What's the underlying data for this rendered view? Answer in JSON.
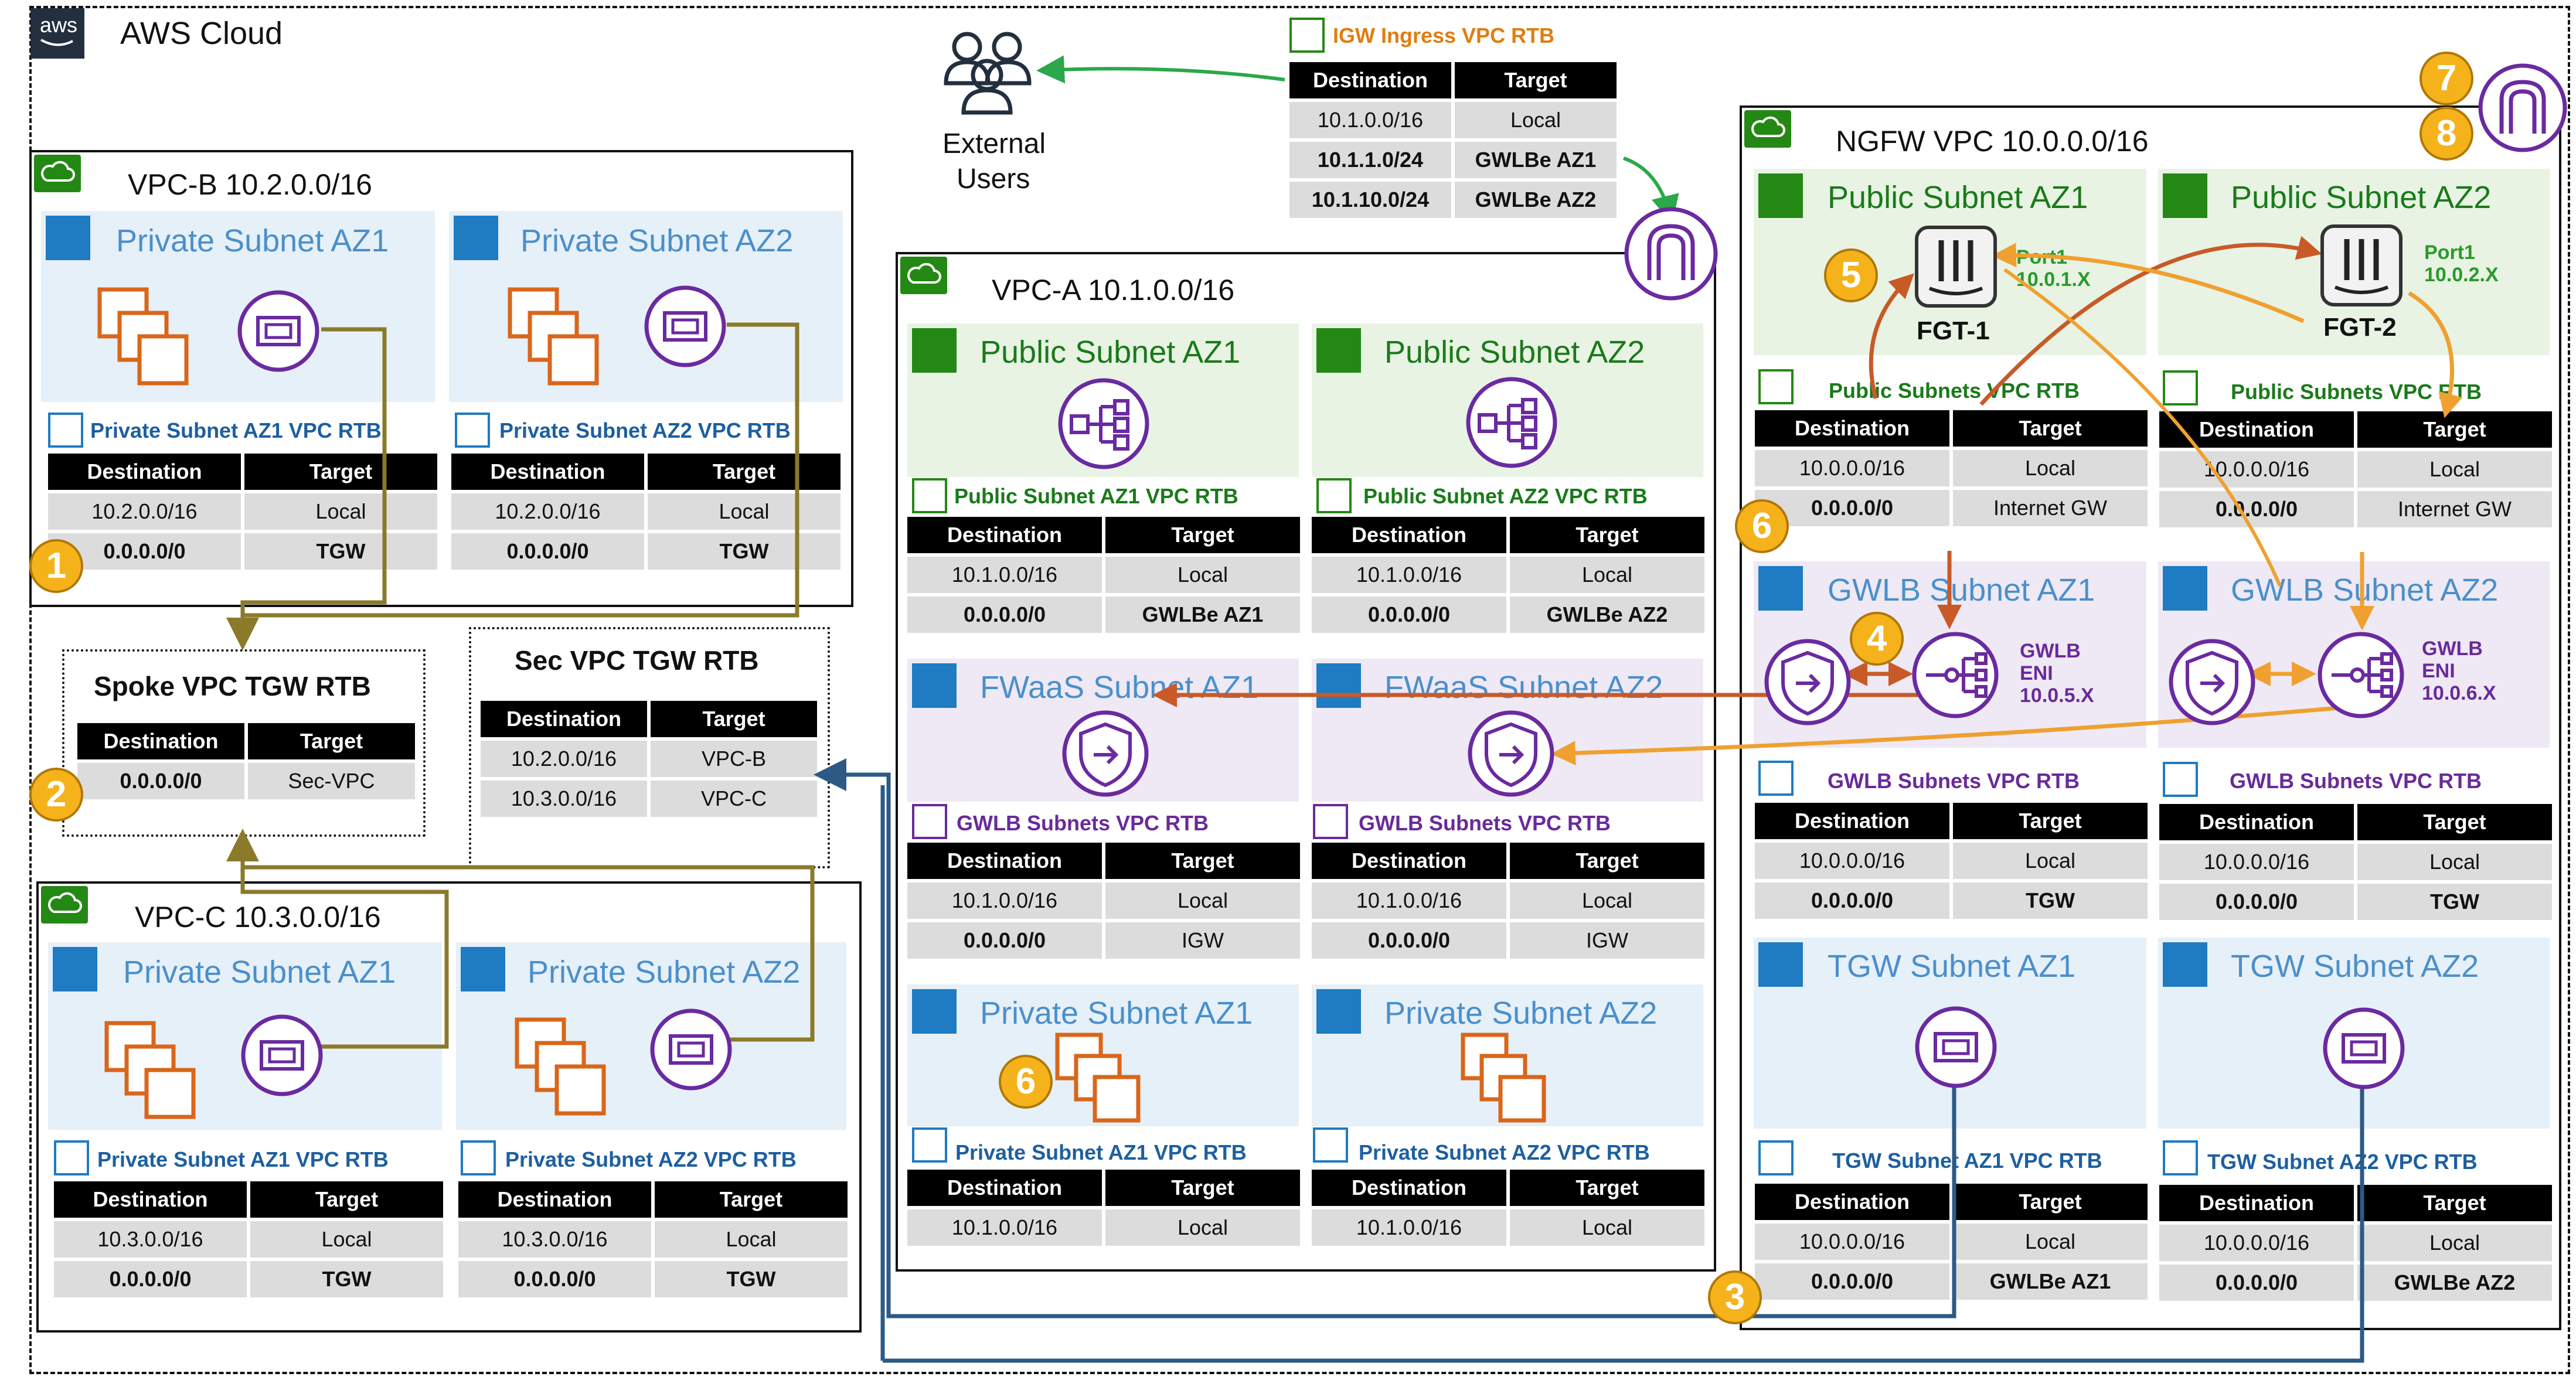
{
  "aws_cloud": {
    "logo": "aws",
    "title": "AWS Cloud"
  },
  "external_users": {
    "line1": "External",
    "line2": "Users"
  },
  "igw_rtb": {
    "title": "IGW Ingress VPC RTB",
    "headers": [
      "Destination",
      "Target"
    ],
    "rows": [
      [
        "10.1.0.0/16",
        "Local"
      ],
      [
        "10.1.1.0/24",
        "GWLBe AZ1"
      ],
      [
        "10.1.10.0/24",
        "GWLBe AZ2"
      ]
    ]
  },
  "vpc_b": {
    "title": "VPC-B 10.2.0.0/16",
    "az1": {
      "title": "Private Subnet AZ1",
      "rtb": "Private Subnet AZ1 VPC RTB",
      "headers": [
        "Destination",
        "Target"
      ],
      "rows": [
        [
          "10.2.0.0/16",
          "Local"
        ],
        [
          "0.0.0.0/0",
          "TGW"
        ]
      ]
    },
    "az2": {
      "title": "Private Subnet AZ2",
      "rtb": "Private Subnet AZ2 VPC RTB",
      "headers": [
        "Destination",
        "Target"
      ],
      "rows": [
        [
          "10.2.0.0/16",
          "Local"
        ],
        [
          "0.0.0.0/0",
          "TGW"
        ]
      ]
    }
  },
  "spoke_tgw": {
    "title": "Spoke VPC TGW RTB",
    "headers": [
      "Destination",
      "Target"
    ],
    "rows": [
      [
        "0.0.0.0/0",
        "Sec-VPC"
      ]
    ]
  },
  "sec_tgw": {
    "title": "Sec VPC TGW RTB",
    "headers": [
      "Destination",
      "Target"
    ],
    "rows": [
      [
        "10.2.0.0/16",
        "VPC-B"
      ],
      [
        "10.3.0.0/16",
        "VPC-C"
      ]
    ]
  },
  "vpc_c": {
    "title": "VPC-C 10.3.0.0/16",
    "az1": {
      "title": "Private Subnet AZ1",
      "rtb": "Private Subnet AZ1 VPC RTB",
      "headers": [
        "Destination",
        "Target"
      ],
      "rows": [
        [
          "10.3.0.0/16",
          "Local"
        ],
        [
          "0.0.0.0/0",
          "TGW"
        ]
      ]
    },
    "az2": {
      "title": "Private Subnet AZ2",
      "rtb": "Private Subnet AZ2 VPC RTB",
      "headers": [
        "Destination",
        "Target"
      ],
      "rows": [
        [
          "10.3.0.0/16",
          "Local"
        ],
        [
          "0.0.0.0/0",
          "TGW"
        ]
      ]
    }
  },
  "vpc_a": {
    "title": "VPC-A 10.1.0.0/16",
    "pub1": {
      "title": "Public Subnet AZ1",
      "rtb": "Public Subnet AZ1 VPC RTB",
      "headers": [
        "Destination",
        "Target"
      ],
      "rows": [
        [
          "10.1.0.0/16",
          "Local"
        ],
        [
          "0.0.0.0/0",
          "GWLBe AZ1"
        ]
      ]
    },
    "pub2": {
      "title": "Public Subnet AZ2",
      "rtb": "Public Subnet AZ2 VPC RTB",
      "headers": [
        "Destination",
        "Target"
      ],
      "rows": [
        [
          "10.1.0.0/16",
          "Local"
        ],
        [
          "0.0.0.0/0",
          "GWLBe AZ2"
        ]
      ]
    },
    "fw1": {
      "title": "FWaaS Subnet AZ1",
      "rtb": "GWLB Subnets VPC RTB",
      "headers": [
        "Destination",
        "Target"
      ],
      "rows": [
        [
          "10.1.0.0/16",
          "Local"
        ],
        [
          "0.0.0.0/0",
          "IGW"
        ]
      ]
    },
    "fw2": {
      "title": "FWaaS Subnet AZ2",
      "rtb": "GWLB Subnets VPC RTB",
      "headers": [
        "Destination",
        "Target"
      ],
      "rows": [
        [
          "10.1.0.0/16",
          "Local"
        ],
        [
          "0.0.0.0/0",
          "IGW"
        ]
      ]
    },
    "priv1": {
      "title": "Private Subnet AZ1",
      "rtb": "Private Subnet AZ1 VPC RTB",
      "headers": [
        "Destination",
        "Target"
      ],
      "rows": [
        [
          "10.1.0.0/16",
          "Local"
        ]
      ]
    },
    "priv2": {
      "title": "Private Subnet AZ2",
      "rtb": "Private Subnet AZ2 VPC RTB",
      "headers": [
        "Destination",
        "Target"
      ],
      "rows": [
        [
          "10.1.0.0/16",
          "Local"
        ]
      ]
    }
  },
  "ngfw": {
    "title": "NGFW VPC 10.0.0.0/16",
    "pub1": {
      "title": "Public Subnet AZ1",
      "fgt": "FGT-1",
      "port_l1": "Port1",
      "port_l2": "10.0.1.X"
    },
    "pub2": {
      "title": "Public Subnet AZ2",
      "fgt": "FGT-2",
      "port_l1": "Port1",
      "port_l2": "10.0.2.X"
    },
    "pub_rtb1": {
      "title": "Public Subnets VPC RTB",
      "headers": [
        "Destination",
        "Target"
      ],
      "rows": [
        [
          "10.0.0.0/16",
          "Local"
        ],
        [
          "0.0.0.0/0",
          "Internet GW"
        ]
      ]
    },
    "pub_rtb2": {
      "title": "Public Subnets VPC RTB",
      "headers": [
        "Destination",
        "Target"
      ],
      "rows": [
        [
          "10.0.0.0/16",
          "Local"
        ],
        [
          "0.0.0.0/0",
          "Internet GW"
        ]
      ]
    },
    "gwlb1": {
      "title": "GWLB Subnet AZ1",
      "eni_l1": "GWLB",
      "eni_l2": "ENI",
      "eni_l3": "10.0.5.X"
    },
    "gwlb2": {
      "title": "GWLB Subnet AZ2",
      "eni_l1": "GWLB",
      "eni_l2": "ENI",
      "eni_l3": "10.0.6.X"
    },
    "gwlb_rtb1": {
      "title": "GWLB Subnets VPC RTB",
      "headers": [
        "Destination",
        "Target"
      ],
      "rows": [
        [
          "10.0.0.0/16",
          "Local"
        ],
        [
          "0.0.0.0/0",
          "TGW"
        ]
      ]
    },
    "gwlb_rtb2": {
      "title": "GWLB Subnets VPC RTB",
      "headers": [
        "Destination",
        "Target"
      ],
      "rows": [
        [
          "10.0.0.0/16",
          "Local"
        ],
        [
          "0.0.0.0/0",
          "TGW"
        ]
      ]
    },
    "tgw1": {
      "title": "TGW Subnet AZ1",
      "rtb": "TGW Subnet AZ1 VPC RTB",
      "headers": [
        "Destination",
        "Target"
      ],
      "rows": [
        [
          "10.0.0.0/16",
          "Local"
        ],
        [
          "0.0.0.0/0",
          "GWLBe AZ1"
        ]
      ]
    },
    "tgw2": {
      "title": "TGW Subnet AZ2",
      "rtb": "TGW Subnet AZ2 VPC RTB",
      "headers": [
        "Destination",
        "Target"
      ],
      "rows": [
        [
          "10.0.0.0/16",
          "Local"
        ],
        [
          "0.0.0.0/0",
          "GWLBe AZ2"
        ]
      ]
    }
  },
  "badges": [
    "1",
    "2",
    "3",
    "4",
    "5",
    "6",
    "6",
    "7",
    "8"
  ],
  "colors": {
    "olive": "#8a7a2a",
    "blue": "#2c5a85",
    "orange": "#f0a030",
    "rust": "#c85a28",
    "green": "#2aa84a",
    "purple": "#6a2aa0"
  }
}
